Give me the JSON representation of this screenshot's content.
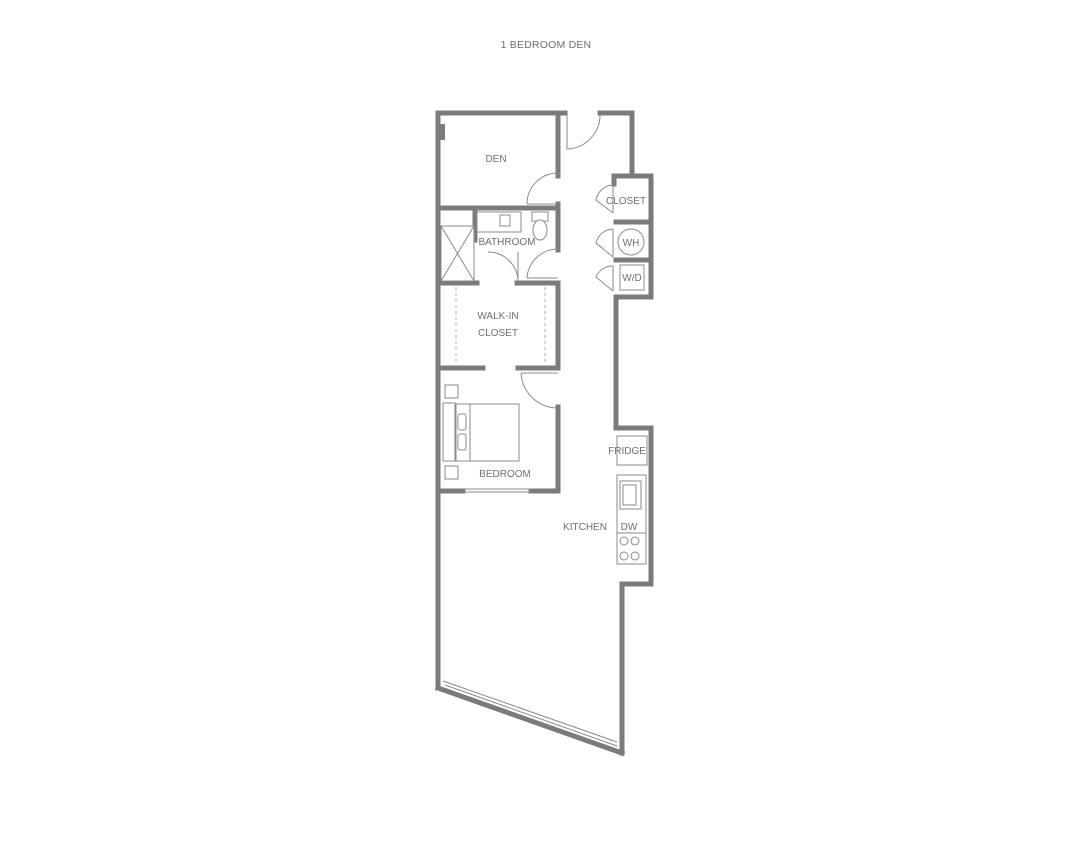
{
  "title": "1 BEDROOM DEN",
  "rooms": {
    "den": "DEN",
    "closet": "CLOSET",
    "bathroom": "BATHROOM",
    "wh": "WH",
    "wd": "W/D",
    "walkin_line1": "WALK-IN",
    "walkin_line2": "CLOSET",
    "fridge": "FRIDGE",
    "bedroom": "BEDROOM",
    "kitchen": "KITCHEN",
    "dw": "DW"
  }
}
